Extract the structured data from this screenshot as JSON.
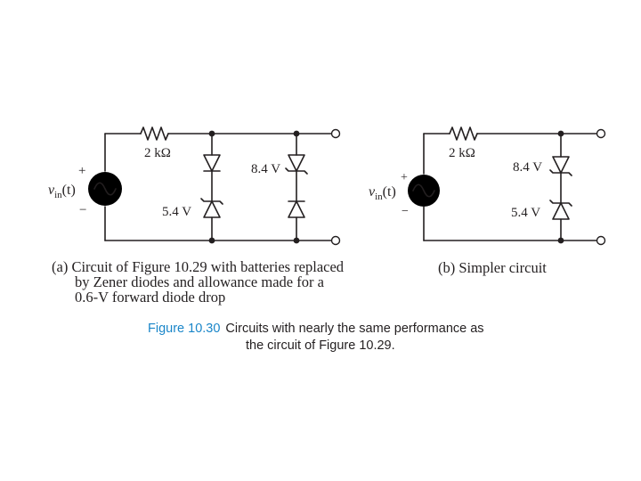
{
  "circuit_a": {
    "resistor_label": "2 kΩ",
    "source_symbol": "v",
    "source_sub": "in",
    "source_arg": "(t)",
    "plus": "+",
    "minus": "−",
    "zener_top_label": "8.4 V",
    "zener_bottom_label": "5.4 V"
  },
  "circuit_b": {
    "resistor_label": "2 kΩ",
    "source_symbol": "v",
    "source_sub": "in",
    "source_arg": "(t)",
    "plus": "+",
    "minus": "−",
    "zener_top_label": "8.4 V",
    "zener_bottom_label": "5.4 V"
  },
  "caption_a": {
    "line1": "(a) Circuit of Figure 10.29 with batteries replaced",
    "line2": "by Zener diodes and allowance made for a",
    "line3": "0.6-V forward diode drop"
  },
  "caption_b": "(b) Simpler circuit",
  "figure": {
    "label": "Figure 10.30",
    "text_line1": "Circuits with nearly the same performance as",
    "text_line2": "the circuit of Figure 10.29."
  },
  "colors": {
    "ink": "#231f20",
    "figure_label": "#1a86c9"
  }
}
